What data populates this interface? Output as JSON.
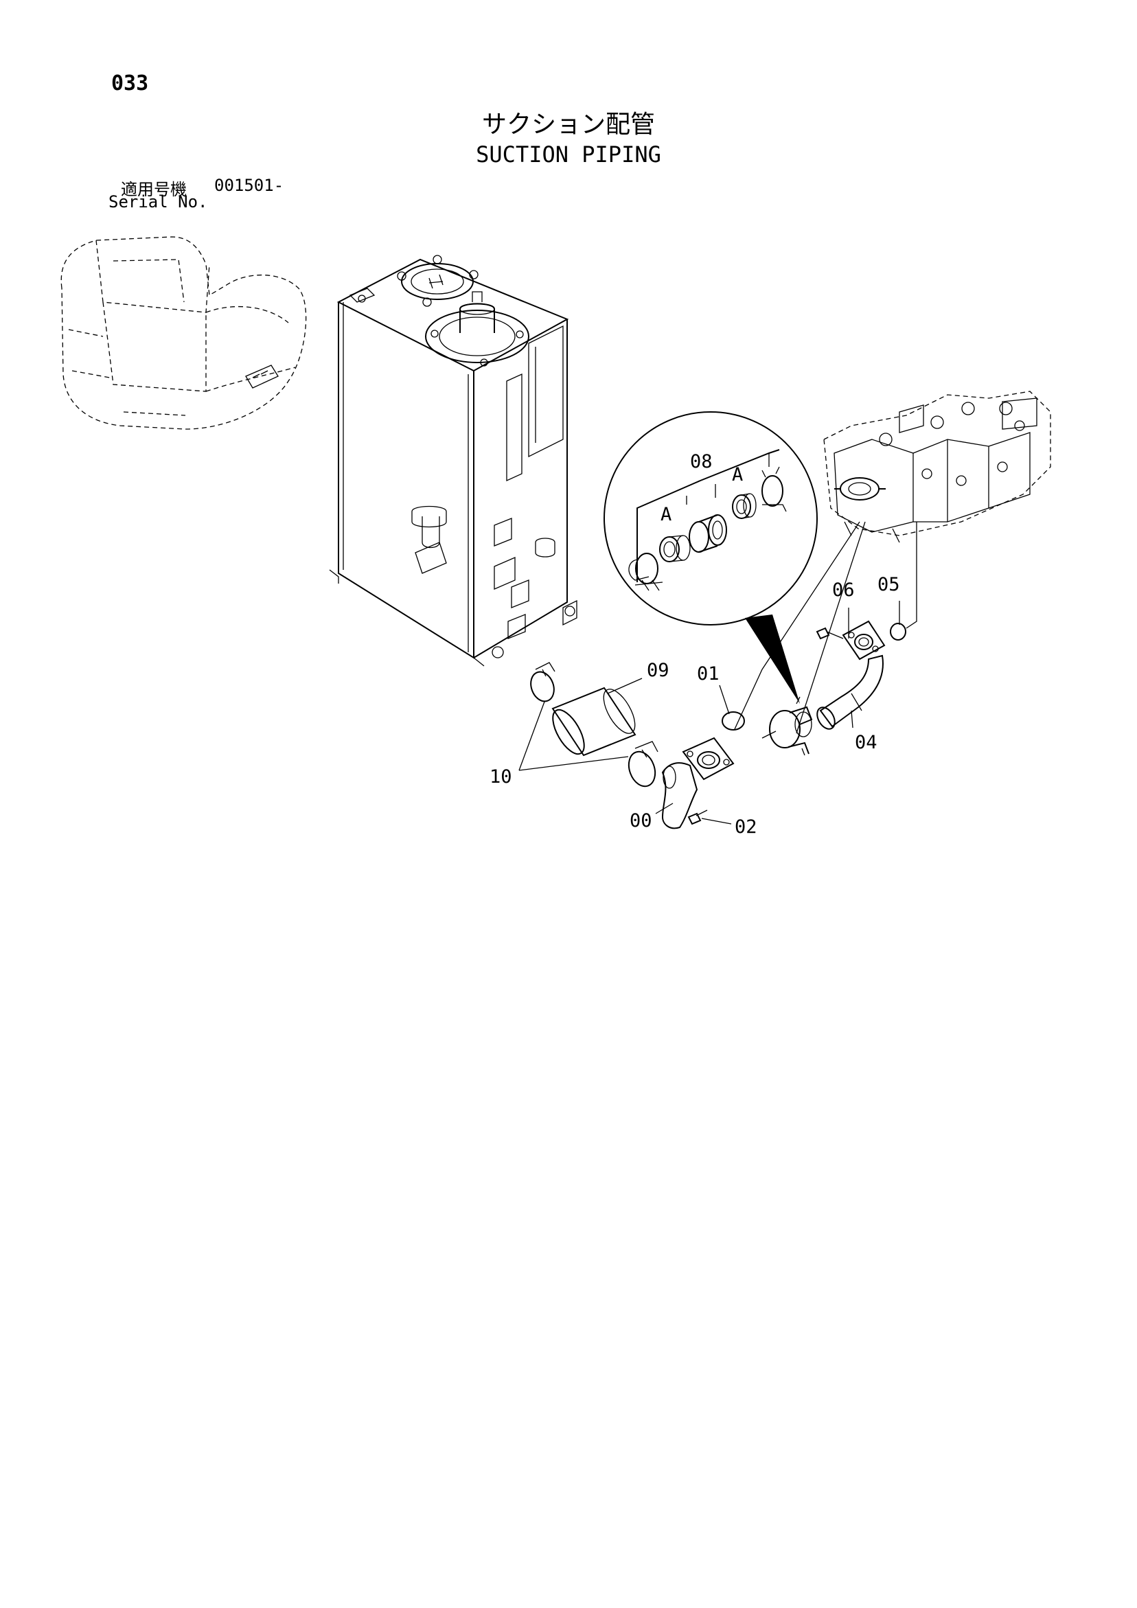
{
  "page": {
    "number": "033"
  },
  "title": {
    "japanese": "サクション配管",
    "english": "SUCTION PIPING"
  },
  "serial": {
    "label_jp": "適用号機",
    "value": "001501-",
    "label_en": "Serial No."
  },
  "callouts": {
    "c00": "00",
    "c01": "01",
    "c02": "02",
    "c04": "04",
    "c05": "05",
    "c06": "06",
    "c08": "08",
    "c09": "09",
    "c10": "10",
    "detail_a1": "A",
    "detail_a2": "A"
  }
}
